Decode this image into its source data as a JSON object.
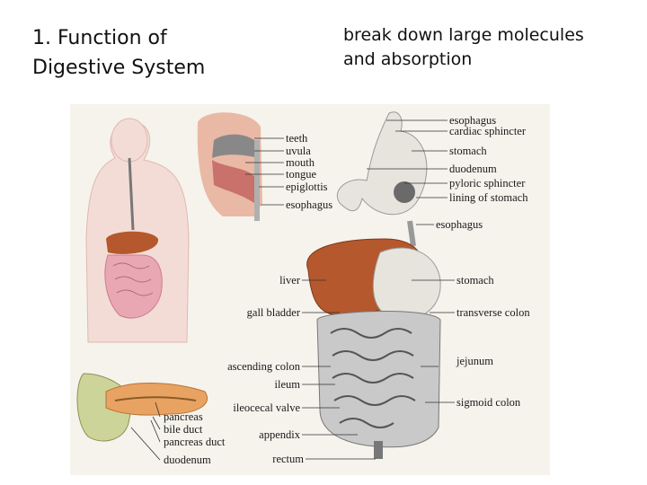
{
  "slide": {
    "title_line1": "1. Function of",
    "title_line2": "Digestive System",
    "subtitle_line1": "break down large molecules",
    "subtitle_line2": "and absorption"
  },
  "diagram": {
    "mouth_labels": [
      "teeth",
      "uvula",
      "mouth",
      "tongue",
      "epiglottis",
      "esophagus"
    ],
    "stomach_labels": [
      "esophagus",
      "cardiac sphincter",
      "stomach",
      "duodenum",
      "pyloric sphincter",
      "lining of stomach"
    ],
    "main_left_labels": [
      "liver",
      "gall bladder",
      "ascending colon",
      "ileum",
      "ileocecal valve",
      "appendix",
      "rectum"
    ],
    "main_right_labels": [
      "esophagus",
      "stomach",
      "transverse colon",
      "jejunum",
      "sigmoid colon"
    ],
    "pancreas_labels": [
      "pancreas",
      "bile duct",
      "pancreas duct",
      "duodenum"
    ],
    "colors": {
      "liver": "#b5582d",
      "intestine": "#c9c9c9",
      "body": "#f4dcd6",
      "stomach": "#e7e4de"
    }
  }
}
